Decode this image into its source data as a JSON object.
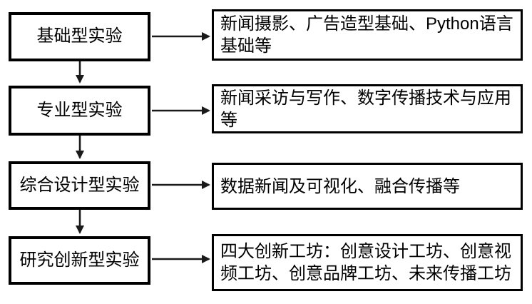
{
  "diagram": {
    "background": "#ffffff",
    "box_border_color": "#000000",
    "arrow_color": "#1a1a1a",
    "stages": [
      {
        "label": "基础型实验",
        "courses": "新闻摄影、广告造型基础、Python语言基础等"
      },
      {
        "label": "专业型实验",
        "courses": "新闻采访与写作、数字传播技术与应用等"
      },
      {
        "label": "综合设计型实验",
        "courses": "数据新闻及可视化、融合传播等"
      },
      {
        "label": "研究创新型实验",
        "courses": "四大创新工坊：创意设计工坊、创意视频工坊、创意品牌工坊、未来传播工坊"
      }
    ]
  }
}
